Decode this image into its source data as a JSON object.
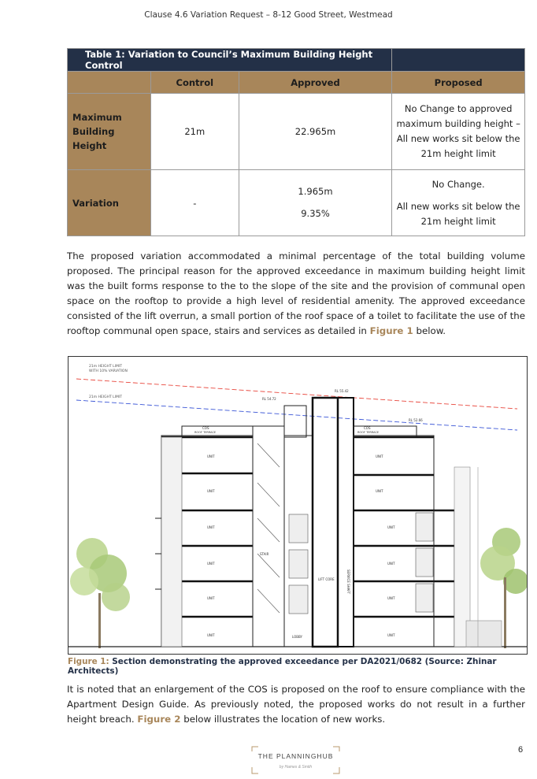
{
  "header": "Clause 4.6 Variation Request – 8-12 Good Street, Westmead",
  "table": {
    "title": "Table 1: Variation to Council’s Maximum Building Height Control",
    "columns": [
      "Control",
      "Approved",
      "Proposed"
    ],
    "rows": [
      {
        "label": "Maximum Building Height",
        "control": "21m",
        "approved": "22.965m",
        "proposed": [
          "No Change to approved",
          "maximum building height –",
          "All new works sit below the",
          "21m height limit"
        ]
      },
      {
        "label": "Variation",
        "control": "-",
        "approved": [
          "1.965m",
          "9.35%"
        ],
        "proposed": [
          "No Change.",
          "All new works sit below the",
          "21m height limit"
        ]
      }
    ]
  },
  "paragraph1": {
    "text": "The proposed variation accommodated a minimal percentage of the total building volume proposed. The principal reason for the approved exceedance in maximum building height limit was the built forms response to the to the slope of the site and the provision of communal open space on the rooftop to provide a high level of residential amenity. The approved exceedance consisted of the lift overrun, a small portion of the roof space of a toilet to facilitate the use of the rooftop communal open space, stairs and services as detailed in ",
    "ref": "Figure 1",
    "after": " below."
  },
  "figure": {
    "labels": {
      "limit_var": [
        "21m HEIGHT LIMIT",
        "WITH 10% VARIATION"
      ],
      "limit": "21m HEIGHT LIMIT",
      "rl1": "RL 54.72",
      "rl2": "RL 55.42",
      "rl3": "RL 52.66",
      "cos_left": [
        "COS",
        "ROOF TERRACE"
      ],
      "cos_right": [
        "COS",
        "ROOF TERRACE"
      ],
      "unit": "UNIT",
      "stair": "STAIR",
      "lift_core": "LIFT CORE",
      "service_shaft": "SERVICE SHAFT",
      "lobby": "LOBBY"
    }
  },
  "caption": {
    "label": "Figure 1:",
    "text": " Section demonstrating the approved exceedance per DA2021/0682 (Source: Zhinar Architects)"
  },
  "paragraph2": {
    "text": "It is noted that an enlargement of the COS is proposed on the roof to ensure compliance with the Apartment Design Guide. As previously noted, the proposed works do not result in a further height breach. ",
    "ref": "Figure 2",
    "after": " below illustrates the location of new works."
  },
  "footer": {
    "brand": "THE PLANNINGHUB",
    "tag": "by Hames & Smith",
    "page": "6"
  },
  "colors": {
    "navy": "#233047",
    "gold": "#a8865a",
    "height_limit_var": "#e8463c",
    "height_limit": "#3a55d6"
  }
}
